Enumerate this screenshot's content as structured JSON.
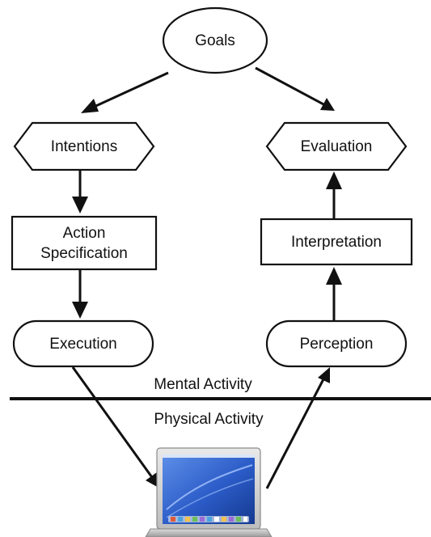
{
  "nodes": {
    "goals": "Goals",
    "intentions": "Intentions",
    "evaluation": "Evaluation",
    "action_specification": [
      "Action",
      "Specification"
    ],
    "interpretation": "Interpretation",
    "execution": "Execution",
    "perception": "Perception"
  },
  "divider": {
    "above": "Mental Activity",
    "below": "Physical Activity"
  },
  "icons": {
    "device": "laptop-icon"
  },
  "colors": {
    "stroke": "#111111",
    "background": "#ffffff",
    "screen": "#2b5bc7"
  }
}
